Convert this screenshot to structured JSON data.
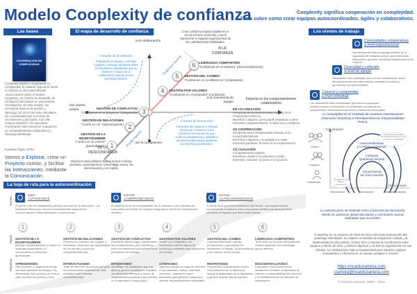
{
  "header": {
    "title": "Modelo Cooplexity de confianza",
    "subtitle_line1": "Cooplexity significa cooperación en complejidad.",
    "subtitle_line2": "Trata sobre como crear equipos autocoordinados, ágiles y colaborativos."
  },
  "bases": {
    "heading": "Las bases",
    "book_title": "COOPERACIÓN EN COMPLEJIDAD",
    "text": "Cooplexity significa cooperación en complejidad. El Instituto original se fundó en Oxford en 2011 para difundir conocimientos sobre el Modelo Cooplexity, un modelo de desarrollo de confianza total basado en una extensa investigación. En este modelo, los conceptos clásicos de gestión y liderazgo, tal como han sido entendidos, son cuestionados por una serie de conclusiones y principios. Con este enfoque sistémico, los ejecutivos encontrarán cómo favorecer la aparición de comportamientos colaborativos y liderazgo distribuido.",
    "rule_label": "Nuestra regla: EPIC",
    "epic_parts": [
      "Vamos a ",
      "Explorar",
      ", crear un ",
      "Proyecto",
      " común, y facilitar las ",
      "Interacciones",
      ", mediante la ",
      "Comunicación",
      "."
    ]
  },
  "map": {
    "heading": "El mapa de desarrollo de confianza",
    "axis_top": "a la colaboración",
    "axis_bottom": "De la competición",
    "axis_left": "Del interés propio",
    "axis_right": "a la conciencia de equipo",
    "reflection_title": "A través de la reflexión",
    "reflection_text": "Trabajando en equipo o enfoque cognitivo. Generar confianza sobre los beneficios individuales que se obtienen a través de la colaboración cuando somos interdependientes.",
    "emotion_title": "A través de la emoción",
    "emotion_text": "Construyendo equipos o enfoque emocional. Convence a los miembros del equipo de que evitar la competencia y adoptar la perspectiva del equipo aumenta los beneficios potenciales.",
    "top_note": "Crear confianza implica establecer un círculo virtuoso al percibir y medir claramente el impacto organizacional de las contribuciones individuales.",
    "to_trust": "A LA CONFIANZA",
    "from_distrust": "DE LA DESCONFIANZA",
    "bottom_note": "Reducir la desconfianza implica reducir el riesgo percibido, aumentando el conocimiento mutuo, las interrelaciones y el respeto.",
    "diag_upper": "Podemos hacerlo",
    "diag_lower": "Puedo hacerlo",
    "stages": [
      {
        "n": "1",
        "title": "GESTIÓN DE LA INCERTIDUMBRE",
        "quote": "\"Confío en mí mismo\" (aprendiendo)"
      },
      {
        "n": "2",
        "title": "GESTIÓN DE RELACIONES",
        "quote": "\"Confío en mí\" (interactuando)"
      },
      {
        "n": "3",
        "title": "GESTIÓN DE CONFLICTOS",
        "quote": "\"Confiamos en el proyecto\" (integrando)"
      },
      {
        "n": "4",
        "title": "GESTIÓN POR VALORES",
        "quote": "\"Confiamos en el propósito\" (confiando)"
      },
      {
        "n": "5",
        "title": "GESTIÓN DEL CAMBIO",
        "quote": "\"Confiamos en la diferencia\" (respetando)"
      },
      {
        "n": "6",
        "title": "LIDERAZGO COMPARTIDO",
        "quote": "\"Confiamos en el sistema\" (descentralizando)"
      }
    ],
    "impact_title": "Impacto en los comportamientos colaborativos",
    "impact": [
      {
        "title": "5/6 CO-CREACIÓN",
        "lines": [
          "Comportamiento desinteresado basado en la reciprocidad indirecta.",
          "Beneficia a algunos, pero puede perjudicar a otros.",
          "Intereses complementarios: la clave es la confianza."
        ]
      },
      {
        "title": "3/4 COOPERACIÓN",
        "lines": [
          "Comportamiento desinteresado basado en la reciprocidad directa.",
          "Beneficia a algunos y no perjudica a nadie.",
          "Intereses paralelos: la clave es la compensación."
        ]
      },
      {
        "title": "1/2 COALICIÓN",
        "lines": [
          "Comportamiento egoísta.",
          "Beneficia a todos y no perjudica a nadie.",
          "Intereses comunes: la clave es el acuerdo."
        ]
      }
    ]
  },
  "levels": {
    "heading": "Los niveles de trabajo",
    "items": [
      {
        "title1": "Comunidades colaborativas",
        "title2": "a nivel organizacional",
        "desc": "Las situaciones más complejas resultan de la capacidad de múltiples actores que interactúan libremente y generan resultados inesperados en su conjunto."
      },
      {
        "title1": "Diversidad y cohesión",
        "title2": "a nivel de equipo",
        "desc": "Situaciones más complejas, pero menos complicadas, donde las interacciones permiten ampliar compartir el análisis y aprovechar las oportunidades."
      },
      {
        "title1": "Conocer y comprender",
        "title2": "a nivel individual",
        "desc": "Las situaciones más complicadas, pero menos complejas pueden requerir la resolución de problemas conociendo los componentes, introduciendo procesos y definiendo prioridades."
      }
    ],
    "complexity_note": "La complejidad es el resultado de combinar interrelaciones (relaciones humanas) e interdependencias (responsabilidad mutua).",
    "y_axis": "Complejidad",
    "x_axis": "Comunicación",
    "groups": [
      "Redes",
      "Equipos",
      "Individuos"
    ],
    "x_ticks": [
      "Información",
      "Interacción",
      "Retroalimentación"
    ],
    "bubble_top": "Incertidumbre debido a demasiadas opciones o a un exceso de posibilidades.",
    "bubble_bottom": "Incertidumbre por falta de conocimiento.",
    "circles": [
      {
        "title": "Autocoordinación",
        "sub": "Lo estamos haciendo"
      },
      {
        "title": "Cohesión",
        "sub": "Queremos hacerlo"
      },
      {
        "title": "Conocimiento",
        "sub": "Sé cómo hacerlo"
      }
    ],
    "comm_note": "La comunicación se entiende como el proceso de interacción, donde las personas toman decisiones y construyen nuevas realidades que no existen."
  },
  "footer": {
    "about": "Cooplexity es un proyecto sin fines de lucro enfocado al desarrollo del Liderazgo Distribuido. Su objetivo es facilitar la integración cultural y la implementación del cambio, romper silos y mejorar la coordinación entre equipos y dentro de ellos, y alinear objetivos y centrar la organización en sus clientes. La colaboración total es fundamental para impulsar equipos innovadores y efectivos en un mundo complejo e incierto.",
    "url": "https://ricardozamora.com",
    "email": "rzamora@ricardozamora.com",
    "copyright": "© Ricardo Zamora, 2009 - 2023"
  },
  "roadmap": {
    "heading": "La hoja de ruta para la autocoordinación",
    "row_labels": [
      "Niveles",
      "Pasos",
      "Palancas"
    ],
    "levels": [
      {
        "title1": "SER",
        "title2": "AUTÓNOMOS",
        "desc": "El primer nivel de inteligencia colectiva se basa en la autonomía. Los individuos tienen que reducir la incertidumbre adquiriendo, comprendiendo e intercambiando conocimientos."
      },
      {
        "title1": "ESTAR",
        "title2": "COMPROMETIDOS",
        "desc": "El segundo nivel es el surgimiento de la cohesión. Los individuos se unen para convertirse en equipos integrados a través de interacciones sociales."
      },
      {
        "title1": "ESTAR",
        "title2": "AUTOCOORDINADOS",
        "desc": "El tercer nivel es el funcionamiento distribuido. Los equipos toman conciencia de sí mismos como una nueva entidad y se autocoordinan utilizando el espacio que tienen para actuar."
      }
    ],
    "steps": [
      {
        "n": "1",
        "title": "GESTIÓN DE LA INCERTIDUMBRE",
        "desc": "Manejar la incertidumbre y reducir la ansiedad aumentando el conocimiento a través del aprendizaje.",
        "lever": "APRENDIENDO",
        "lever_desc": "Sea proactivo y sugiera los temas mientras gestiona los riesgos. Sin referencias, este proceso se lleva a cabo a través de prueba y error."
      },
      {
        "n": "2",
        "title": "GESTIÓN DE RELACIONES",
        "desc": "Ponerse en contacto con la gente y mezclarse. Descubrir las capacidades de los demás y buscar la complementariedad.",
        "lever": "INTERACTUANDO",
        "lever_desc": "Trate de entender la posición de cada uno escuchando activamente. Sea empático para conectar emocionalmente."
      },
      {
        "n": "3",
        "title": "GESTIÓN DE CONFLICTOS",
        "desc": "Encontrar nuestro lugar, equilibrando las contribuciones y los beneficios entre los miembros para generar una percepción de equidad.",
        "lever": "INTEGRANDO",
        "lever_desc": "Identifique un catalizador que una ideas y genere entusiasmo. Equilibre los diferentes intereses a través de negociaciones positivas para permitir un compromiso a largo plazo."
      },
      {
        "n": "4",
        "title": "GESTIÓN POR VALORES",
        "desc": "Actuar con integridad y ser coherentes, siendo dignos de confianza y sabiendo qué esperar de los demás.",
        "lever": "CONFIANDO",
        "lever_desc": "Siga sus valores en lugar de referirse a sus intereses, incluso intereses comunes, creando el marco adecuado para generar confianza y superar las perspectivas individuales."
      },
      {
        "n": "5",
        "title": "GESTIÓN DEL CAMBIO",
        "desc": "Cambiar afrontando nuevas perspectivas y apreciando las decisiones, el trabajo, la personalidad y los valores de los demás.",
        "lever": "RESPETANDO",
        "lever_desc": "Proporcione consideración mutua. Sea tolerante con la diferencia, acepte la legitimidad de la disparidad y genere respeto siendo asertivo."
      },
      {
        "n": "6",
        "title": "LIDERAZGO COMPARTIDO",
        "desc": "Tener éxito en la toma de decisiones locales siguiendo una estrategia global definida.",
        "lever": "DESCENTRALIZANDO",
        "lever_desc": "Empodere a otros para tomar decisiones mediante la definición de criterios, la disponibilidad de recursos y el establecimiento de medidas de desempeño."
      }
    ]
  },
  "colors": {
    "brand": "#1f55a3",
    "accent_light": "#3a8fd8",
    "salmon": "#e8a090",
    "grey_line": "#888888"
  }
}
